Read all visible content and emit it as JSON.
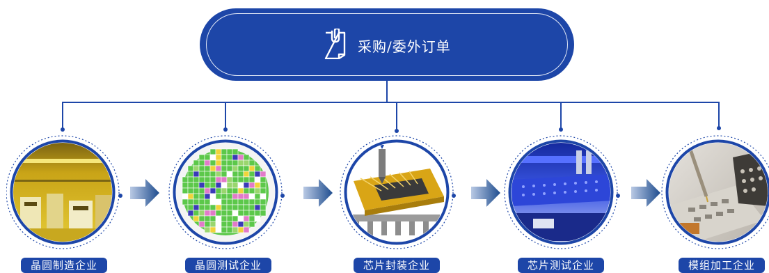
{
  "header": {
    "title": "采购/委外订单",
    "icon": "clipboard-document-icon"
  },
  "colors": {
    "primary": "#1d46a8",
    "arrow": "#1f4d8f"
  },
  "stages": [
    {
      "label": "晶圆制造企业",
      "image": "wafer-fab-cleanroom"
    },
    {
      "label": "晶圆测试企业",
      "image": "wafer-test-map"
    },
    {
      "label": "芯片封装企业",
      "image": "chip-wire-bonding"
    },
    {
      "label": "芯片测试企业",
      "image": "chip-test-equipment"
    },
    {
      "label": "模组加工企业",
      "image": "module-assembly-pcb"
    }
  ]
}
